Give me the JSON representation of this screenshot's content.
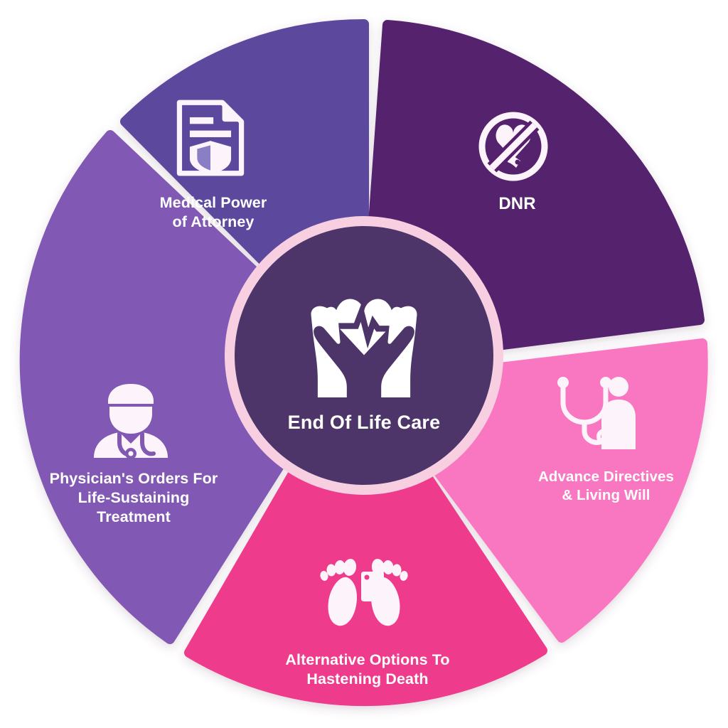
{
  "diagram": {
    "type": "donut-wheel-infographic",
    "center": {
      "title": "End Of Life Care",
      "icon": "hands-holding-heart-icon",
      "fill_color": "#4d3469",
      "ring_color": "#f7cfe1",
      "gap_color": "#ffffff"
    },
    "background_color": "#ffffff",
    "segment_count": 5,
    "segments": [
      {
        "id": "medical-power-of-attorney",
        "label": "Medical Power\nof Attorney",
        "icon": "document-shield-icon",
        "color": "#5b4a9e",
        "start_angle": -86,
        "end_angle": -4
      },
      {
        "id": "dnr",
        "label": "DNR",
        "icon": "no-resuscitation-icon",
        "color": "#55206e",
        "start_angle": 4,
        "end_angle": 66
      },
      {
        "id": "advance-directives-living-will",
        "label": "Advance Directives\n& Living Will",
        "icon": "stethoscope-patient-icon",
        "color": "#f977c0",
        "start_angle": 74,
        "end_angle": 146
      },
      {
        "id": "alternative-options-hastening-death",
        "label": "Alternative Options To\nHastening Death",
        "icon": "feet-toe-tag-icon",
        "color": "#ef3a8b",
        "start_angle": 154,
        "end_angle": 206
      },
      {
        "id": "physicians-orders-life-sustaining-treatment",
        "label": "Physician's Orders For\nLife-Sustaining\nTreatment",
        "icon": "doctor-stethoscope-icon",
        "color": "#8159b3",
        "start_angle": 214,
        "end_angle": 274
      }
    ]
  }
}
